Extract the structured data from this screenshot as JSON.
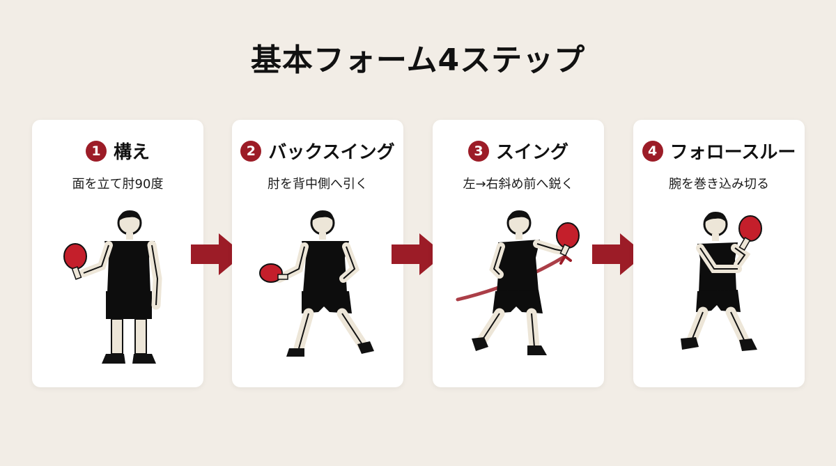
{
  "title": "基本フォーム4ステップ",
  "colors": {
    "accent": "#9c1c27",
    "background": "#f2ede6",
    "card": "#ffffff",
    "figure": "#0d0d0d",
    "skin": "#ede6d8"
  },
  "steps": [
    {
      "number": "1",
      "title": "構え",
      "description": "面を立て肘90度",
      "icon": "ready-stance-figure-icon"
    },
    {
      "number": "2",
      "title": "バックスイング",
      "description": "肘を背中側へ引く",
      "icon": "backswing-figure-icon"
    },
    {
      "number": "3",
      "title": "スイング",
      "description": "左→右斜め前へ鋭く",
      "icon": "swing-figure-icon"
    },
    {
      "number": "4",
      "title": "フォロースルー",
      "description": "腕を巻き込み切る",
      "icon": "follow-through-figure-icon"
    }
  ]
}
